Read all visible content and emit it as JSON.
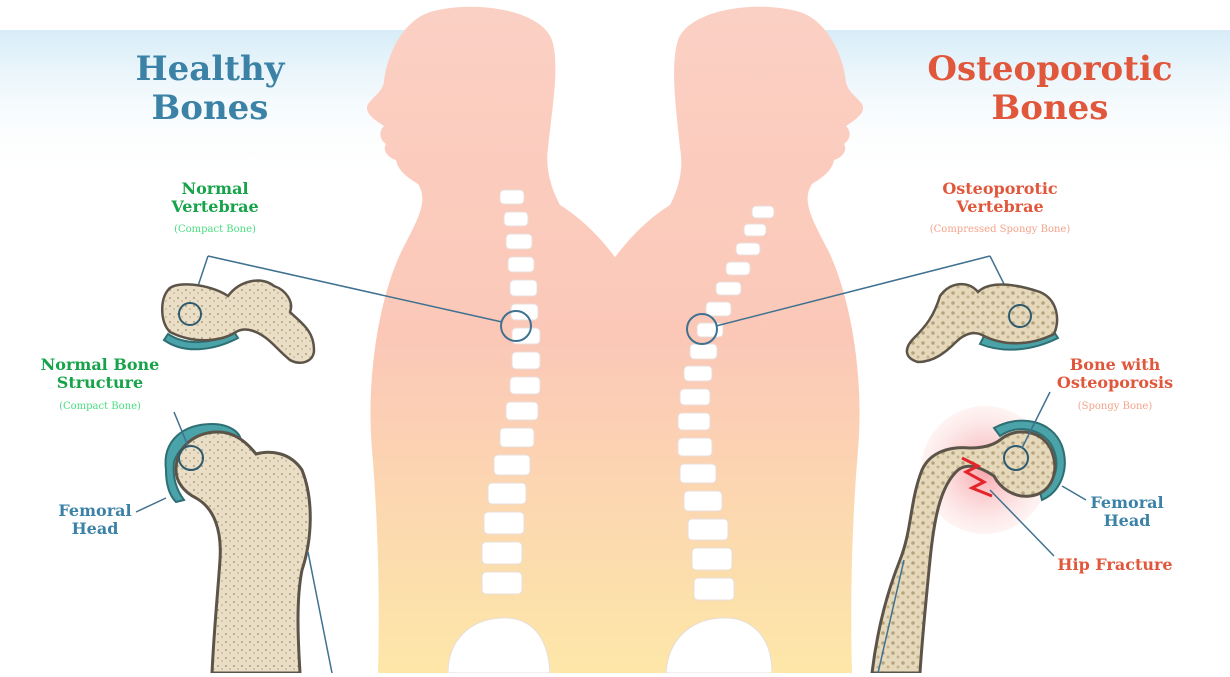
{
  "healthy": {
    "title_line1": "Healthy",
    "title_line2": "Bones",
    "vertebrae_line1": "Normal",
    "vertebrae_line2": "Vertebrae",
    "vertebrae_sub": "(Compact Bone)",
    "structure_line1": "Normal Bone",
    "structure_line2": "Structure",
    "structure_sub": "(Compact Bone)",
    "femoral_line1": "Femoral",
    "femoral_line2": "Head"
  },
  "osteoporotic": {
    "title_line1": "Osteoporotic",
    "title_line2": "Bones",
    "vertebrae_line1": "Osteoporotic",
    "vertebrae_line2": "Vertebrae",
    "vertebrae_sub": "(Compressed Spongy Bone)",
    "bone_line1": "Bone with",
    "bone_line2": "Osteoporosis",
    "bone_sub": "(Spongy Bone)",
    "femoral_line1": "Femoral",
    "femoral_line2": "Head",
    "fracture": "Hip Fracture"
  },
  "colors": {
    "healthy_title": "#3b82a6",
    "healthy_green": "#16a34a",
    "osteo_title": "#e0573b",
    "osteo_sub": "#f4a38a",
    "skin_top": "#fbd0c4",
    "skin_bottom": "#fde2a3",
    "bone": "#eadfc6",
    "bone_outline": "#5c5448",
    "cartilage": "#4aa3a8",
    "sky": "#d6ecf7"
  }
}
